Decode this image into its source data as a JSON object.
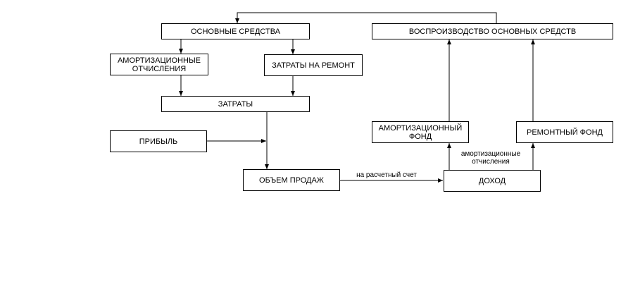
{
  "nodes": {
    "fixed_assets": "ОСНОВНЫЕ СРЕДСТВА",
    "reproduction": "ВОСПРОИЗВОДСТВО ОСНОВНЫХ СРЕДСТВ",
    "depreciation_line1": "АМОРТИЗАЦИОННЫЕ",
    "depreciation_line2": "ОТЧИСЛЕНИЯ",
    "repair_costs": "ЗАТРАТЫ НА РЕМОНТ",
    "costs": "ЗАТРАТЫ",
    "profit": "ПРИБЫЛЬ",
    "sales_volume": "ОБЪЕМ ПРОДАЖ",
    "depreciation_fund_line1": "АМОРТИЗАЦИОННЫЙ",
    "depreciation_fund_line2": "ФОНД",
    "repair_fund": "РЕМОНТНЫЙ ФОНД",
    "income": "ДОХОД"
  },
  "edge_labels": {
    "to_account": "на расчетный счет",
    "depreciation_line1": "амортизационные",
    "depreciation_line2": "отчисления"
  }
}
